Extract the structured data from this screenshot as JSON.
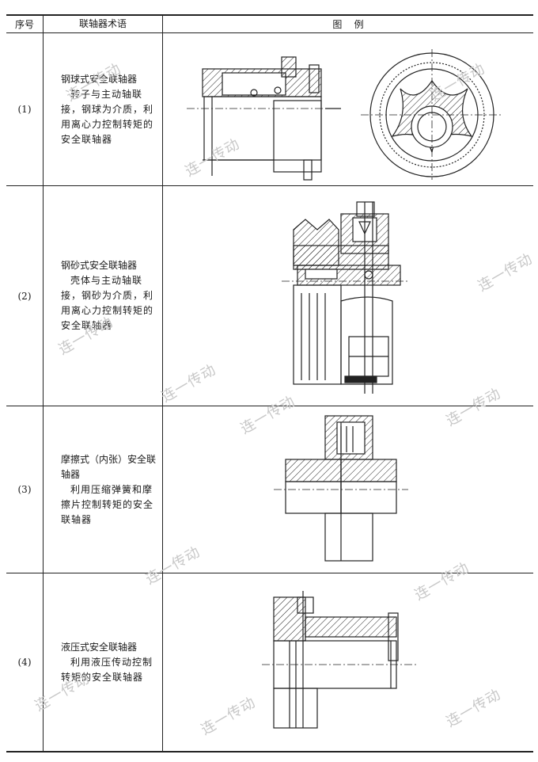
{
  "table": {
    "headers": {
      "seq": "序号",
      "term": "联轴器术语",
      "figure": "图    例"
    },
    "rows": [
      {
        "seq": "(1)",
        "name": "钢球式安全联轴器",
        "desc": "转子与主动轴联接，钢球为介质，利用离心力控制转矩的安全联轴器",
        "figure_icon": "ball-safety-coupling-drawing"
      },
      {
        "seq": "(2)",
        "name": "钢砂式安全联轴器",
        "desc": "壳体与主动轴联接，钢砂为介质，利用离心力控制转矩的安全联轴器",
        "figure_icon": "steel-sand-safety-coupling-drawing"
      },
      {
        "seq": "(3)",
        "name": "摩擦式（内张）安全联轴器",
        "desc": "利用压缩弹簧和摩擦片控制转矩的安全联轴器",
        "figure_icon": "friction-safety-coupling-drawing"
      },
      {
        "seq": "(4)",
        "name": "液压式安全联轴器",
        "desc": "利用液压传动控制转矩的安全联轴器",
        "figure_icon": "hydraulic-safety-coupling-drawing"
      }
    ]
  },
  "watermark": "连一传动",
  "colors": {
    "line": "#222222",
    "watermark": "#c8c8c8"
  }
}
